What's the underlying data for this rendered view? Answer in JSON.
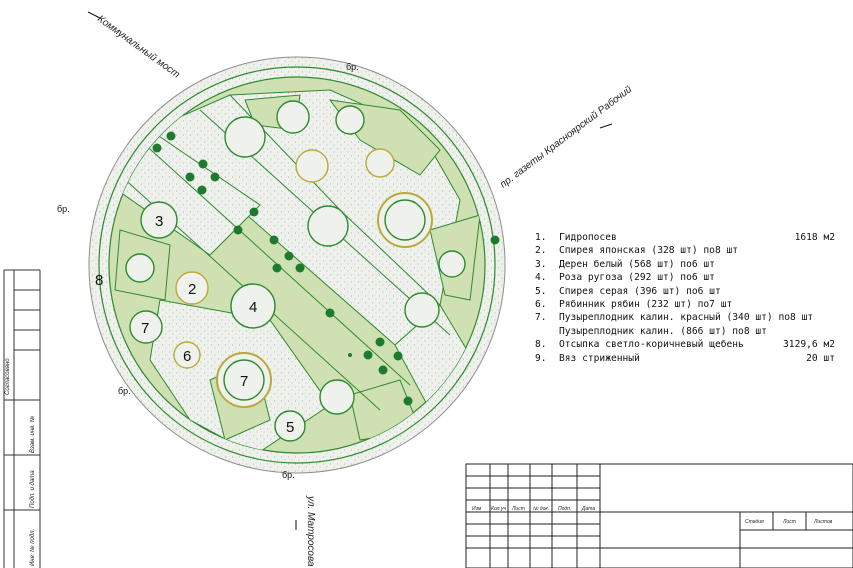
{
  "labels": {
    "bridge": "Коммунальный мост",
    "prospect": "пр. газеты Красноярский Рабочий",
    "street": "ул. Матросова",
    "edge": "бр.",
    "ring_number": "8"
  },
  "beds": [
    "3",
    "2",
    "7",
    "6",
    "7",
    "4",
    "5"
  ],
  "legend": [
    {
      "num": "1.",
      "name": "Гидропосев",
      "value": "1618 м2"
    },
    {
      "num": "2.",
      "name": "Спирея японская (328 шт)  по8 шт",
      "value": ""
    },
    {
      "num": "3.",
      "name": "Дерен белый (568 шт)    по6 шт",
      "value": ""
    },
    {
      "num": "4.",
      "name": "Роза ругоза (292 шт)     по6 шт",
      "value": ""
    },
    {
      "num": "5.",
      "name": "Спирея серая (396 шт)   по6 шт",
      "value": ""
    },
    {
      "num": "6.",
      "name": "Рябинник рябин (232 шт)     по7 шт",
      "value": ""
    },
    {
      "num": "7.",
      "name": "Пузыреплодник калин. красный (340 шт)  по8 шт",
      "value": ""
    },
    {
      "num": "",
      "name": "Пузыреплодник калин. (866 шт)   по8 шт",
      "value": ""
    },
    {
      "num": "8.",
      "name": "Отсыпка светло-коричневый щебень",
      "value": "3129,6 м2"
    },
    {
      "num": "9.",
      "name": "Вяз стриженный",
      "value": "20 шт"
    }
  ],
  "stamp": {
    "columns": [
      "Изм",
      "Кол.уч",
      "Лист",
      "№ док.",
      "Подп.",
      "Дата"
    ],
    "right": [
      "Стадия",
      "Лист",
      "Листов"
    ]
  },
  "side": [
    "Согласовано",
    "Взам. инв. №",
    "Подп. и дата",
    "Инв. № подл."
  ],
  "colors": {
    "grass": "#cfe0b3",
    "path": "#eef2ea",
    "outline": "#2f8a2f",
    "tree": "#1e7a2e"
  }
}
